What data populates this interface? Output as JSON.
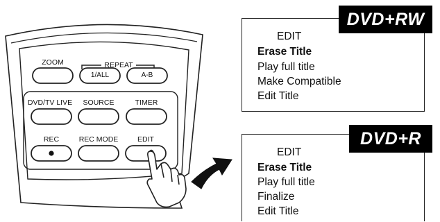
{
  "remote": {
    "buttons": {
      "zoom": "ZOOM",
      "repeat_group": "REPEAT",
      "repeat_all": "1/ALL",
      "repeat_ab": "A-B",
      "dvd_tv_live": "DVD/TV LIVE",
      "source": "SOURCE",
      "timer": "TIMER",
      "rec": "REC",
      "rec_mode": "REC MODE",
      "edit": "EDIT"
    }
  },
  "menus": {
    "dvd_rw": {
      "badge": "DVD+RW",
      "heading": "EDIT",
      "items": [
        "Erase Title",
        "Play full title",
        "Make Compatible",
        "Edit Title"
      ]
    },
    "dvd_r": {
      "badge": "DVD+R",
      "heading": "EDIT",
      "items": [
        "Erase Title",
        "Play full title",
        "Finalize",
        "Edit Title"
      ]
    }
  }
}
